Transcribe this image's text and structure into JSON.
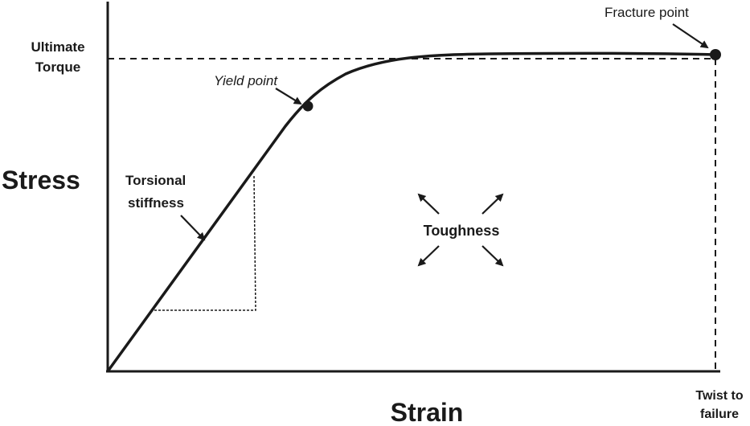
{
  "labels": {
    "y_axis": "Stress",
    "x_axis": "Strain",
    "ultimate_torque_line1": "Ultimate",
    "ultimate_torque_line2": "Torque",
    "yield_point": "Yield point",
    "fracture_point": "Fracture point",
    "torsional_stiffness_line1": "Torsional",
    "torsional_stiffness_line2": "stiffness",
    "toughness": "Toughness",
    "twist_to_failure_line1": "Twist to",
    "twist_to_failure_line2": "failure"
  },
  "colors": {
    "ink": "#1a1a1a",
    "background": "#ffffff"
  }
}
